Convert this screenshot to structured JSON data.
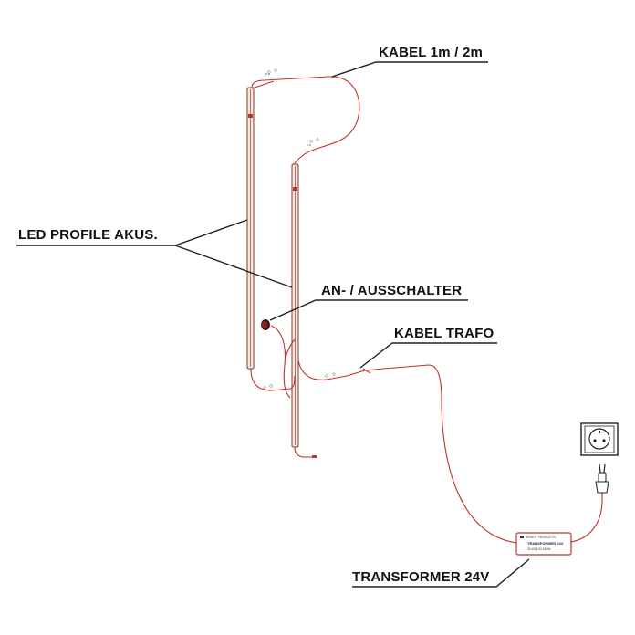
{
  "labels": {
    "kabel": "KABEL 1m / 2m",
    "led_profile": "LED PROFILE AKUS.",
    "switch": "AN- / AUSSCHALTER",
    "kabel_trafo": "KABEL TRAFO",
    "transformer": "TRANSFORMER 24V"
  },
  "transformer_box": {
    "brand": "BRIGHT PRODUCTS",
    "title": "TRANSFORMER 24V",
    "spec": "30-60-100-150W"
  },
  "colors": {
    "cable": "#c0322a",
    "profile": "#8a3a2a",
    "text": "#111111"
  }
}
